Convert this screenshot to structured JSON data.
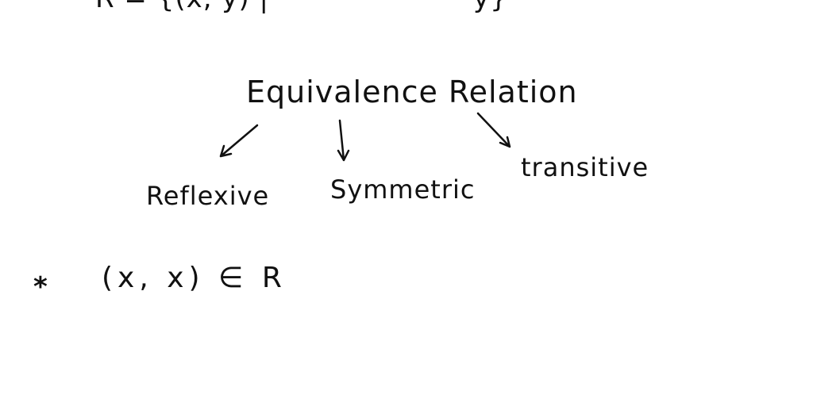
{
  "ink_color": "#111111",
  "background": "#ffffff",
  "top_line_partial": "R = {(x, y) |",
  "top_line_end": "y}",
  "heading": "Equivalence Relation",
  "branches": [
    {
      "label": "Reflexive"
    },
    {
      "label": "Symmetric"
    },
    {
      "label": "transitive"
    }
  ],
  "bullet": "*",
  "reflexive_condition": "(x, x) ∈ R"
}
